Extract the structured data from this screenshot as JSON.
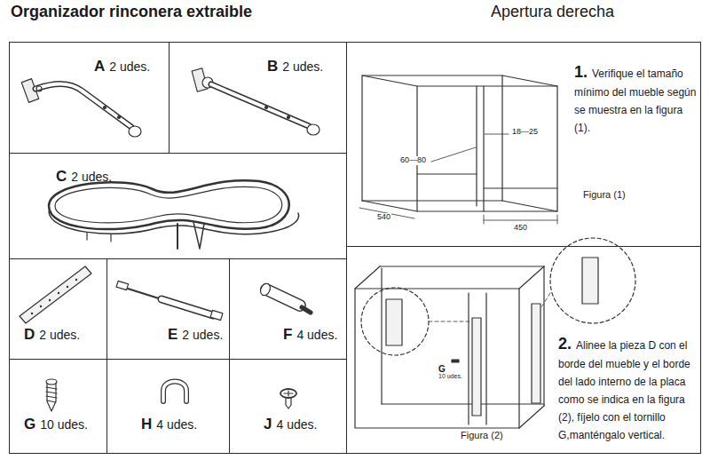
{
  "diagram": {
    "title": "Organizador rinconera extraible",
    "nodes": [
      {
        "text": [
          "A",
          "2 udes."
        ]
      },
      {
        "text": [
          "B",
          "2 udes."
        ]
      },
      {
        "text": [
          "1.",
          "Verifique el tamaño mínimo del mueble según se muestra en la figura (1)."
        ]
      },
      {
        "text": [
          "C",
          "2 udes."
        ]
      },
      {
        "text": [
          "D",
          "2 udes."
        ]
      },
      {
        "text": [
          "E",
          "2 udes."
        ]
      },
      {
        "text": [
          "F",
          "4 udes."
        ]
      },
      {
        "text": [
          "2.",
          "Alinee la pieza D con el borde del mueble y el borde del lado interno de la placa como se indica en la figura (2), fíjelo con el tornillo G,manténgalo vertical."
        ]
      },
      {
        "text": [
          "G",
          "10 udes."
        ]
      },
      {
        "text": [
          "H",
          "4 udes."
        ]
      },
      {
        "text": [
          "J",
          "4 udes."
        ]
      }
    ],
    "edges": [],
    "labels": [
      "Apertura derecha",
      "18—25",
      "60—80",
      "540",
      "450",
      "Figura (1)",
      "G",
      "10 udes.",
      "Figura (2)"
    ]
  }
}
